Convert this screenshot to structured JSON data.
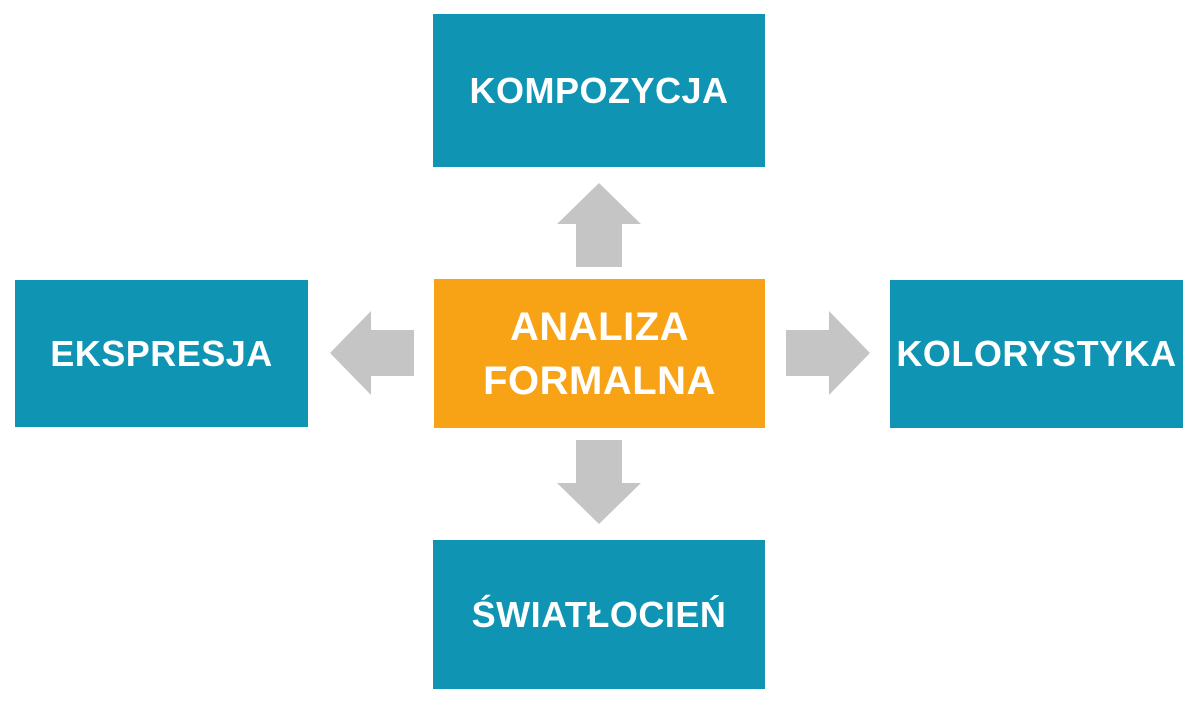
{
  "diagram": {
    "center_node": {
      "label": "ANALIZA FORMALNA",
      "background_color": "#F8A216",
      "text_color": "#FFFFFF"
    },
    "nodes": {
      "top": {
        "label": "KOMPOZYCJA"
      },
      "right": {
        "label": "KOLORYSTYKA"
      },
      "bottom": {
        "label": "ŚWIATŁOCIEŃ"
      },
      "left": {
        "label": "EKSPRESJA"
      }
    },
    "colors": {
      "satellite_background": "#0F95B3",
      "satellite_text": "#FFFFFF",
      "arrow": "#C5C5C5",
      "page_background": "#FFFFFF"
    },
    "arrows": [
      {
        "direction": "up",
        "from": "ANALIZA FORMALNA",
        "to": "KOMPOZYCJA"
      },
      {
        "direction": "right",
        "from": "ANALIZA FORMALNA",
        "to": "KOLORYSTYKA"
      },
      {
        "direction": "down",
        "from": "ANALIZA FORMALNA",
        "to": "ŚWIATŁOCIEŃ"
      },
      {
        "direction": "left",
        "from": "ANALIZA FORMALNA",
        "to": "EKSPRESJA"
      }
    ]
  }
}
